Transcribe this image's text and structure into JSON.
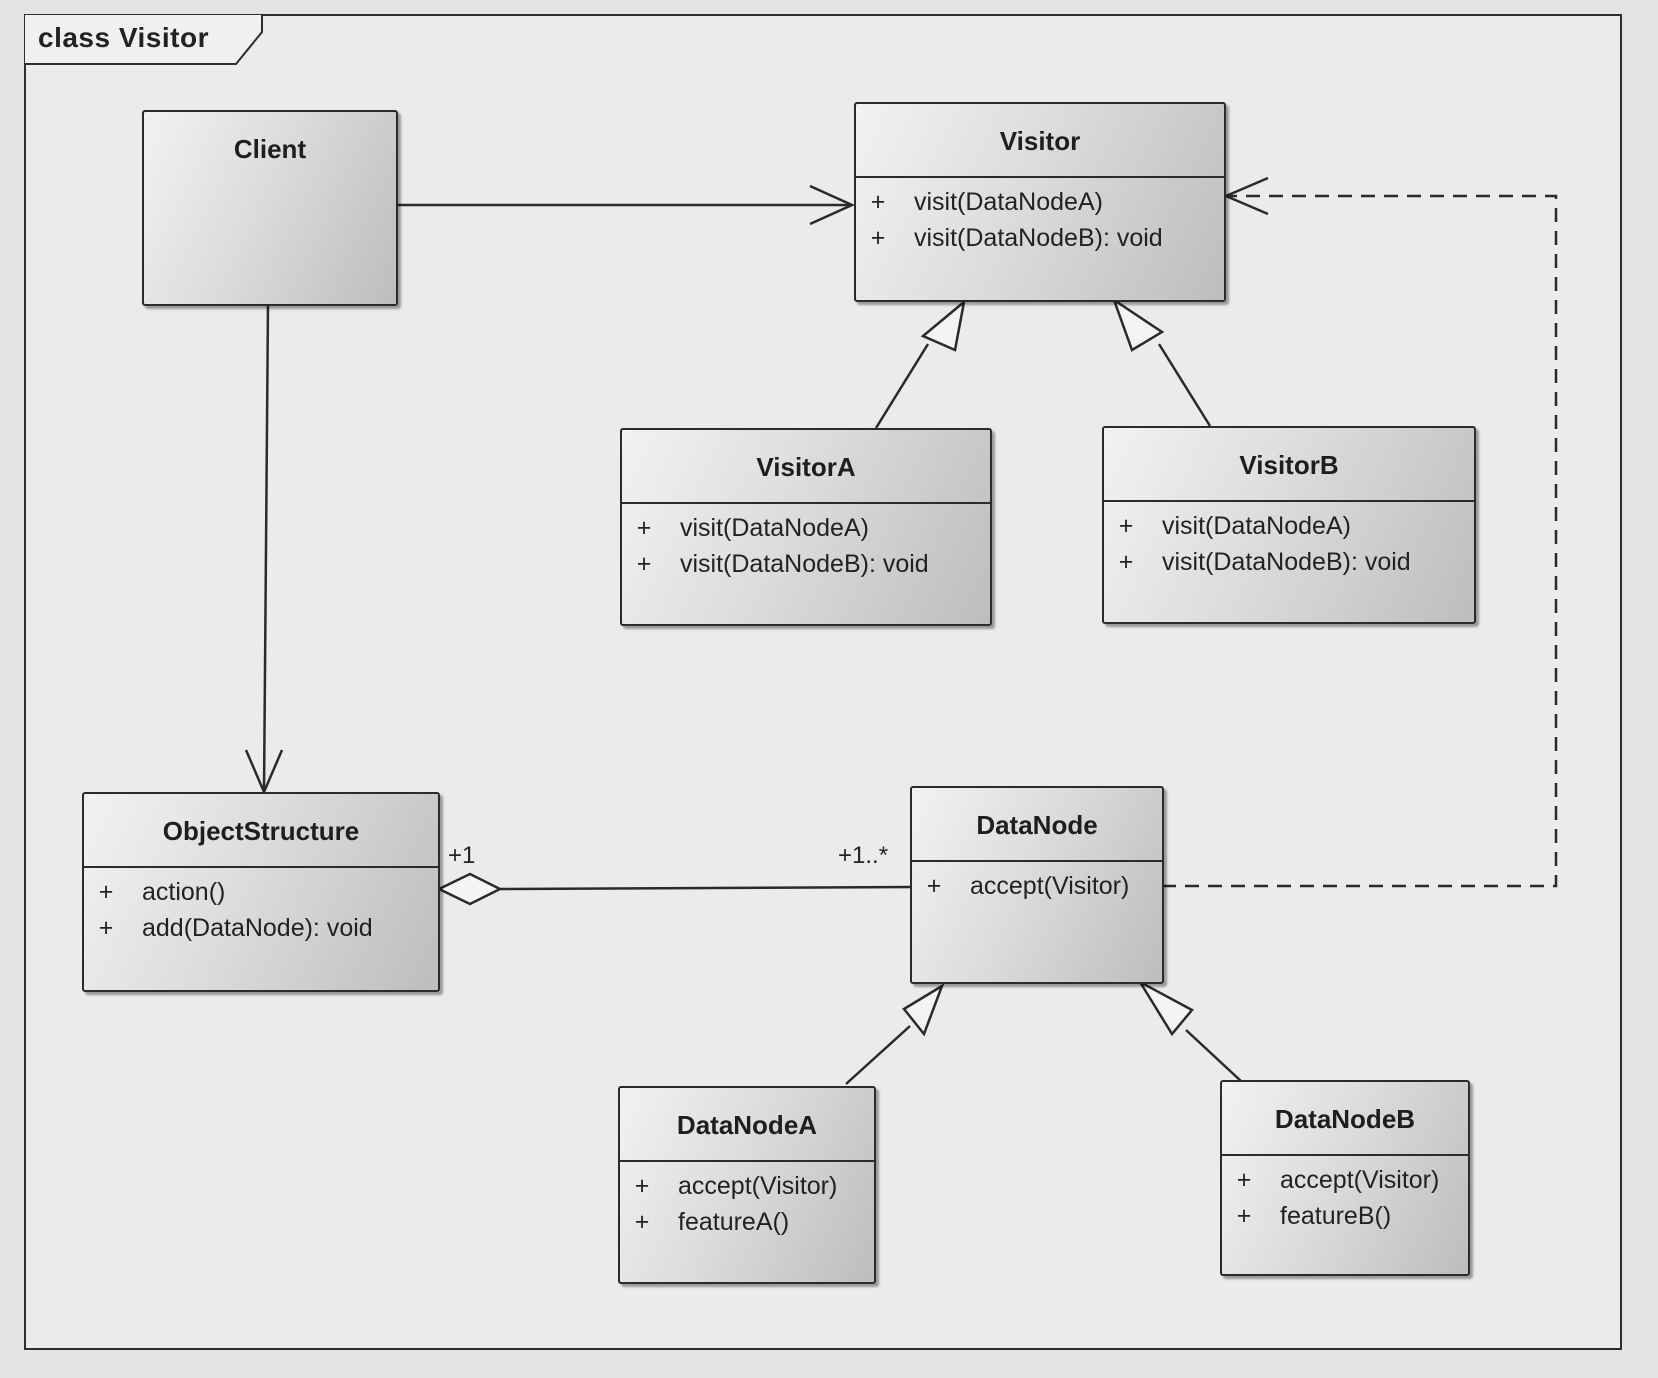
{
  "frame_title": "class Visitor",
  "classes": {
    "client": {
      "name": "Client"
    },
    "visitor": {
      "name": "Visitor",
      "ops": [
        {
          "vis": "+",
          "sig": "visit(DataNodeA)"
        },
        {
          "vis": "+",
          "sig": "visit(DataNodeB): void"
        }
      ]
    },
    "visitor_a": {
      "name": "VisitorA",
      "ops": [
        {
          "vis": "+",
          "sig": "visit(DataNodeA)"
        },
        {
          "vis": "+",
          "sig": "visit(DataNodeB): void"
        }
      ]
    },
    "visitor_b": {
      "name": "VisitorB",
      "ops": [
        {
          "vis": "+",
          "sig": "visit(DataNodeA)"
        },
        {
          "vis": "+",
          "sig": "visit(DataNodeB): void"
        }
      ]
    },
    "object_structure": {
      "name": "ObjectStructure",
      "ops": [
        {
          "vis": "+",
          "sig": "action()"
        },
        {
          "vis": "+",
          "sig": "add(DataNode): void"
        }
      ]
    },
    "data_node": {
      "name": "DataNode",
      "ops": [
        {
          "vis": "+",
          "sig": "accept(Visitor)"
        }
      ]
    },
    "data_node_a": {
      "name": "DataNodeA",
      "ops": [
        {
          "vis": "+",
          "sig": "accept(Visitor)"
        },
        {
          "vis": "+",
          "sig": "featureA()"
        }
      ]
    },
    "data_node_b": {
      "name": "DataNodeB",
      "ops": [
        {
          "vis": "+",
          "sig": "accept(Visitor)"
        },
        {
          "vis": "+",
          "sig": "featureB()"
        }
      ]
    }
  },
  "multiplicities": {
    "aggregate_end": "+1",
    "part_end": "+1..*"
  }
}
